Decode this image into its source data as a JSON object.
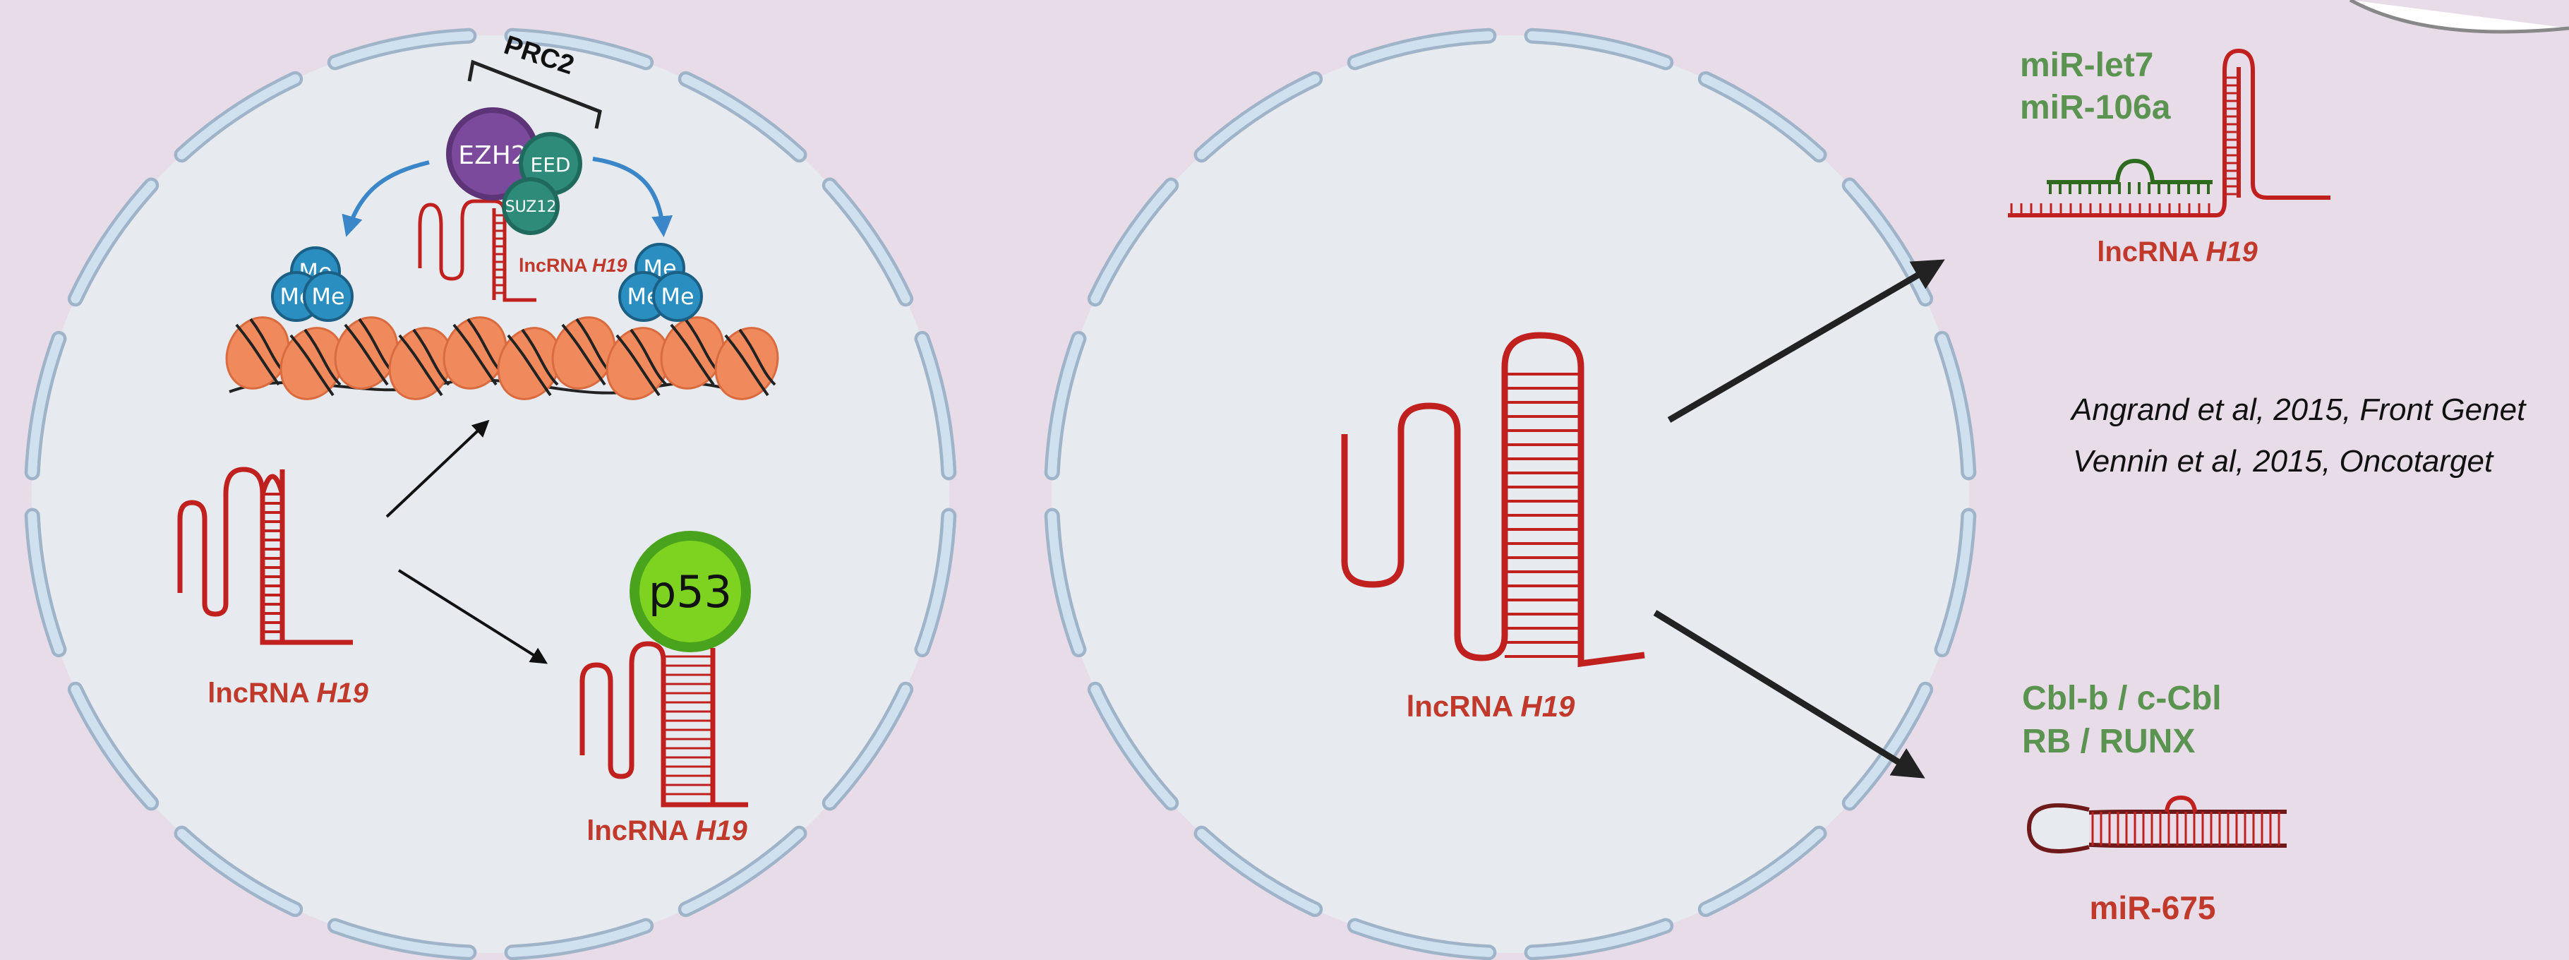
{
  "colors": {
    "background": "#e8dce9",
    "cell": "#e7eaef",
    "membrane_fill": "#cfe0ef",
    "membrane_stroke": "#9fb4c8",
    "rna_red": "#c0201e",
    "label_red": "#c0392b",
    "label_green": "#5a9450",
    "mirna_green": "#2e6b1f",
    "ezh2": "#7b4a9c",
    "eed": "#2e8b7a",
    "me": "#2a8ec0",
    "p53": "#7ed321",
    "nucleosome": "#f08a5d",
    "arrow_blue": "#3a86c8"
  },
  "left_cell": {
    "complex_label": "PRC2",
    "ezh2_label": "EZH2",
    "eed_label": "EED",
    "suz12_label": "SUZ12",
    "methyl_label": "Me",
    "small_rna_label_prefix": "lncRNA ",
    "small_rna_label_italic": "H19",
    "main_rna_label_prefix": "lncRNA ",
    "main_rna_label_italic": "H19",
    "p53_label": "p53",
    "p53_rna_label_prefix": "lncRNA ",
    "p53_rna_label_italic": "H19"
  },
  "right_cell": {
    "rna_label_prefix": "lncRNA ",
    "rna_label_italic": "H19"
  },
  "top_right": {
    "mirna_1": "miR-let7",
    "mirna_2": "miR-106a",
    "rna_label_prefix": "lncRNA ",
    "rna_label_italic": "H19"
  },
  "references": {
    "ref_1": "Angrand et al, 2015, Front Genet",
    "ref_2": "Vennin et al, 2015, Oncotarget"
  },
  "bottom_right": {
    "target_1": "Cbl-b / c-Cbl",
    "target_2": "RB / RUNX",
    "mirna_label": "miR-675"
  }
}
